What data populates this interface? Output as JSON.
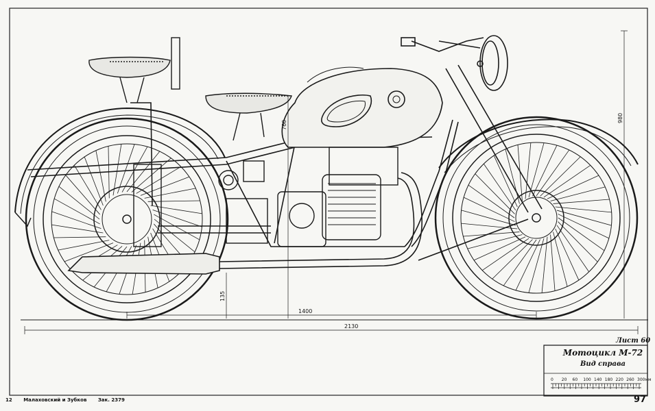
{
  "title_block": {
    "title": "Мотоцикл М-72",
    "subtitle": "Вид справа",
    "sheet": "Лист 60"
  },
  "scale": {
    "labels": [
      "0",
      "20",
      "60",
      "100",
      "140",
      "180",
      "220",
      "260",
      "300мм"
    ]
  },
  "dimensions": {
    "wheelbase": "1400",
    "overall_length": "2130",
    "ground_clearance": "135",
    "seat_height": "760",
    "overall_height": "980"
  },
  "footer": {
    "marker": "12",
    "authors": "Малаховский и Зубков",
    "order": "Зак. 2379",
    "page": "97"
  }
}
